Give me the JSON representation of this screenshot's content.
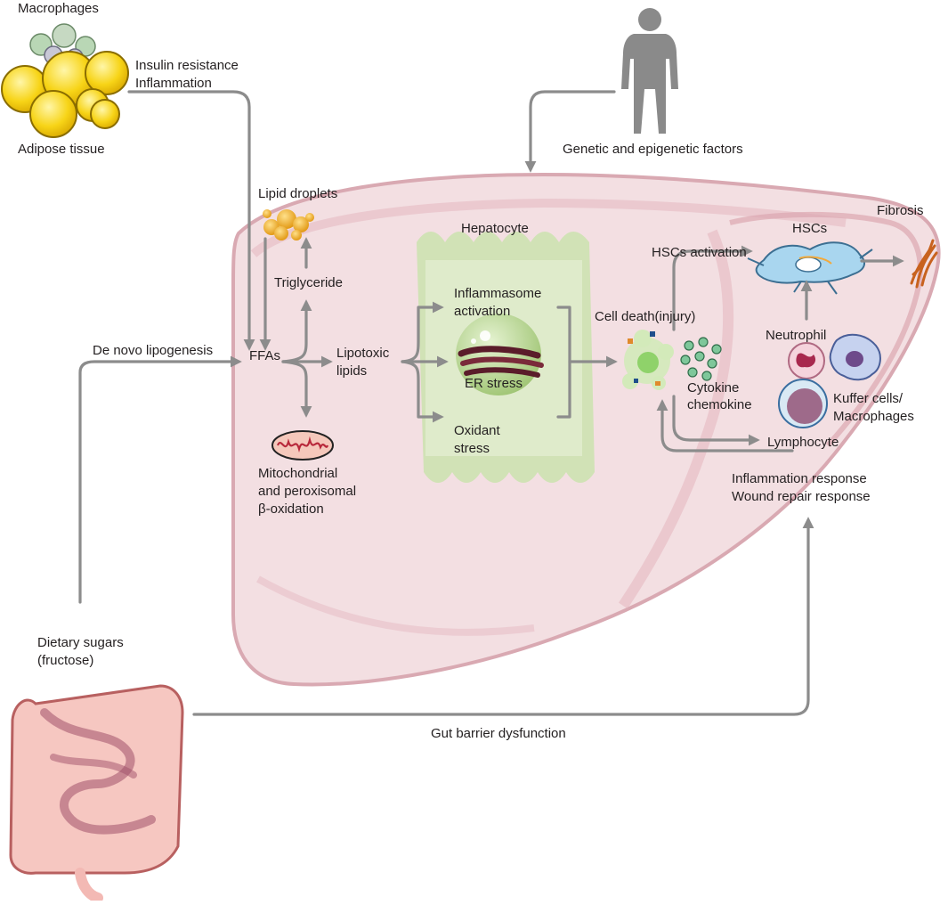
{
  "labels": {
    "macrophages_top": "Macrophages",
    "insulin_resistance": "Insulin resistance",
    "inflammation": "Inflammation",
    "adipose_tissue": "Adipose tissue",
    "genetic_factors": "Genetic and epigenetic factors",
    "lipid_droplets": "Lipid droplets",
    "triglyceride": "Triglyceride",
    "de_novo_lipogenesis": "De novo lipogenesis",
    "ffas": "FFAs",
    "lipotoxic_line1": "Lipotoxic",
    "lipotoxic_line2": "lipids",
    "mito_line1": "Mitochondrial",
    "mito_line2": "and peroxisomal",
    "mito_line3": "β-oxidation",
    "hepatocyte": "Hepatocyte",
    "inflammasome_line1": "Inflammasome",
    "inflammasome_line2": "activation",
    "er_stress": "ER stress",
    "oxidant_line1": "Oxidant",
    "oxidant_line2": "stress",
    "cell_death": "Cell death(injury)",
    "hscs_activation": "HSCs activation",
    "hscs": "HSCs",
    "fibrosis": "Fibrosis",
    "neutrophil": "Neutrophil",
    "cytokine": "Cytokine",
    "chemokine": "chemokine",
    "kuffer_line1": "Kuffer cells/",
    "kuffer_line2": "Macrophages",
    "lymphocyte": "Lymphocyte",
    "inflammation_response": "Inflammation response",
    "wound_repair_response": "Wound repair response",
    "dietary_line1": "Dietary sugars",
    "dietary_line2": "(fructose)",
    "gut_barrier": "Gut barrier dysfunction"
  },
  "colors": {
    "liver_fill": "#f2dde0",
    "liver_edge": "#d9a3ad",
    "hepatocyte": "#cfe0b4",
    "arrow": "#8c8c8c",
    "adipocyte": "#f7d417",
    "lipid_droplet": "#f0a820",
    "hsc": "#9dd0ea",
    "fibrosis": "#c8621e",
    "intestine": "#f3b9b4"
  }
}
